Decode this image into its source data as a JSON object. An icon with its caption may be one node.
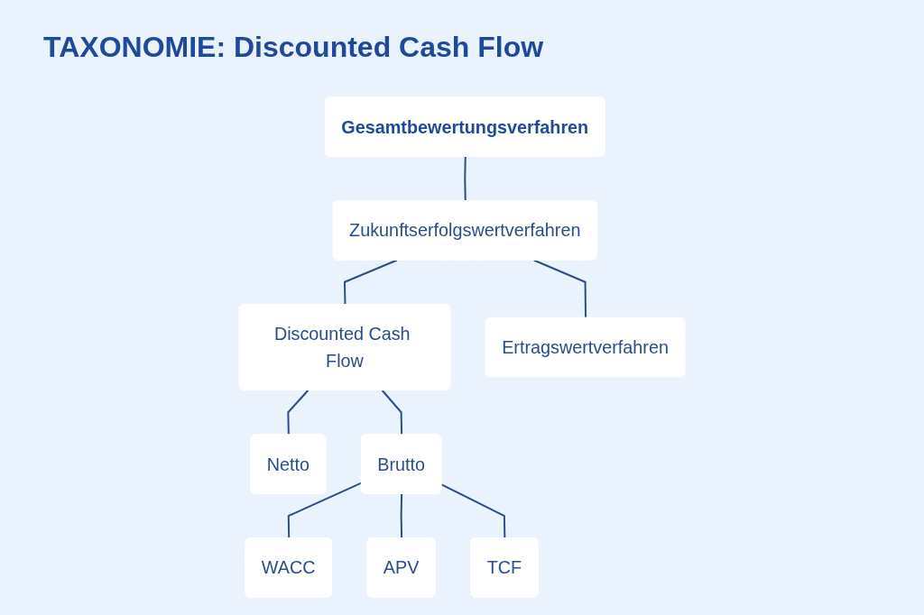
{
  "diagram": {
    "title": "TAXONOMIE: Discounted Cash Flow",
    "nodes": [
      {
        "text": [
          "Gesamtbewertungsverfahren"
        ]
      },
      {
        "text": [
          "Zukunftserfolgswertverfahren"
        ]
      },
      {
        "text": [
          "Discounted Cash Flow"
        ]
      },
      {
        "text": [
          "Ertragswertverfahren"
        ]
      },
      {
        "text": [
          "Netto"
        ]
      },
      {
        "text": [
          "Brutto"
        ]
      },
      {
        "text": [
          "WACC"
        ]
      },
      {
        "text": [
          "APV"
        ]
      },
      {
        "text": [
          "TCF"
        ]
      }
    ],
    "edges": [
      {
        "from": 0,
        "to": 1,
        "arrow": "none"
      },
      {
        "from": 1,
        "to": 2,
        "arrow": "none"
      },
      {
        "from": 1,
        "to": 3,
        "arrow": "none"
      },
      {
        "from": 2,
        "to": 4,
        "arrow": "none"
      },
      {
        "from": 2,
        "to": 5,
        "arrow": "none"
      },
      {
        "from": 5,
        "to": 6,
        "arrow": "none"
      },
      {
        "from": 5,
        "to": 7,
        "arrow": "none"
      },
      {
        "from": 5,
        "to": 8,
        "arrow": "none"
      }
    ]
  }
}
